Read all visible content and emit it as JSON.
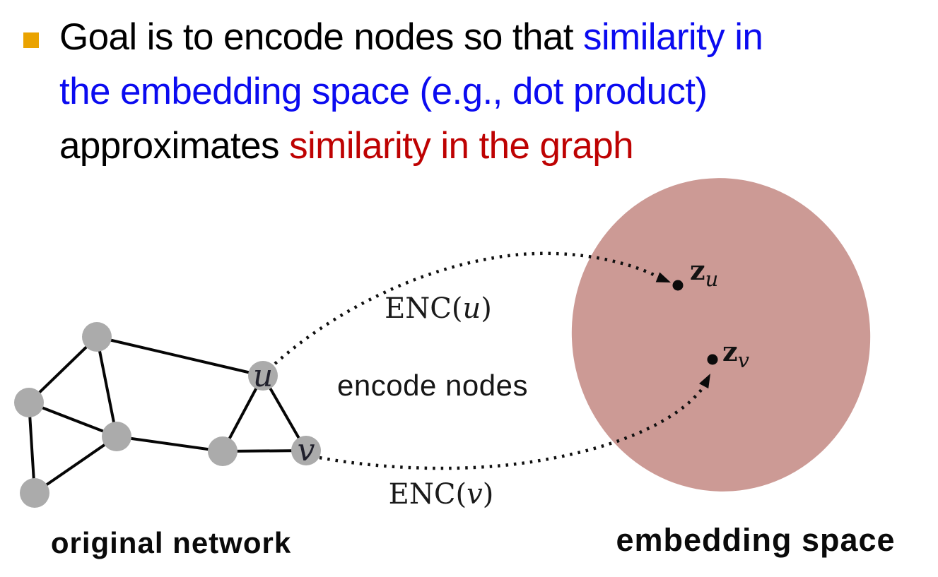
{
  "bullet": {
    "line1": {
      "black": "Goal is to encode nodes so that ",
      "blue": "similarity in"
    },
    "line2": {
      "blue": "the embedding space (e.g., dot product)"
    },
    "line3": {
      "black": "approximates ",
      "red": "similarity in the graph"
    },
    "full_text": "Goal is to encode nodes so that similarity in the embedding space (e.g., dot product) approximates similarity in the graph"
  },
  "diagram": {
    "left_caption": "original network",
    "right_caption": "embedding space",
    "middle_label": "encode nodes",
    "enc_u": {
      "prefix": "ENC(",
      "arg": "u",
      "suffix": ")"
    },
    "enc_v": {
      "prefix": "ENC(",
      "arg": "v",
      "suffix": ")"
    },
    "node_u_label": "u",
    "node_v_label": "v",
    "z_u": {
      "base": "z",
      "sub": "u"
    },
    "z_v": {
      "base": "z",
      "sub": "v"
    },
    "graph": {
      "node_count": 7,
      "edge_count": 10,
      "labeled_nodes": [
        "u",
        "v"
      ]
    }
  },
  "colors": {
    "bullet_marker": "#EAA300",
    "emphasis_blue": "#0B0BF0",
    "emphasis_red": "#BE0202",
    "ellipse_fill": "#CC9A95",
    "node_fill": "#ABABAB",
    "edge_stroke": "#060606"
  }
}
